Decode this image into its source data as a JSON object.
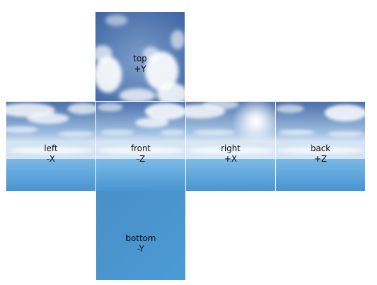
{
  "faces": {
    "top": {
      "name": "top",
      "axis": "+Y"
    },
    "left": {
      "name": "left",
      "axis": "-X"
    },
    "front": {
      "name": "front",
      "axis": "-Z"
    },
    "right": {
      "name": "right",
      "axis": "+X"
    },
    "back": {
      "name": "back",
      "axis": "+Z"
    },
    "bottom": {
      "name": "bottom",
      "axis": "-Y"
    }
  },
  "colors": {
    "sky_top": "#4a6fa8",
    "sky_horizon": "#c9dcef",
    "ocean_near": "#4a9ad4",
    "ocean_far": "#72b6e6",
    "bottom_face": "#4a95cf",
    "cloud": "#ffffff"
  }
}
